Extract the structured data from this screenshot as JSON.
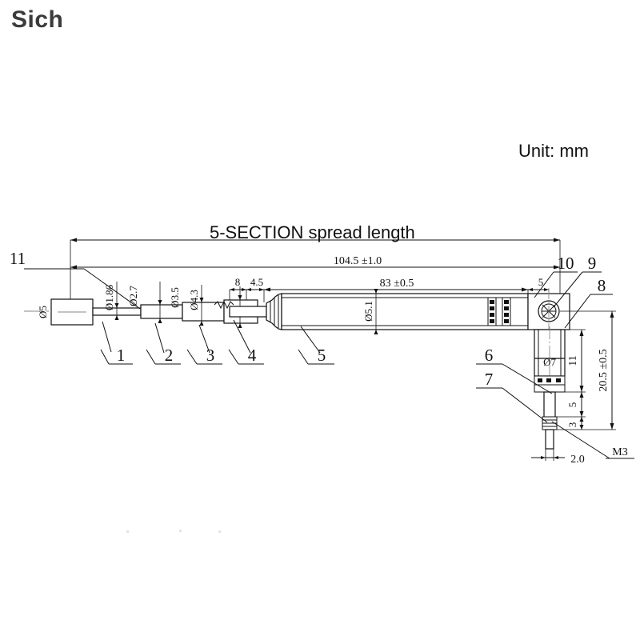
{
  "watermark": {
    "text": "Sich"
  },
  "header": {
    "unit_label": "Unit: mm"
  },
  "drawing": {
    "title": "5-SECTION spread length",
    "overall_dims": [
      {
        "name": "overall_length",
        "label": "104.5 ±1.0"
      },
      {
        "name": "barrel_length",
        "label": "83 ±0.5"
      },
      {
        "name": "step_a",
        "label": "8"
      },
      {
        "name": "step_b",
        "label": "4.5"
      },
      {
        "name": "tail_step",
        "label": "5"
      }
    ],
    "diameters": [
      {
        "name": "head_block_dia",
        "label": "Ø5"
      },
      {
        "name": "tip_dia",
        "label": "Ø1.86"
      },
      {
        "name": "sec2_dia",
        "label": "Ø2.7"
      },
      {
        "name": "sec3_dia",
        "label": "Ø3.5"
      },
      {
        "name": "sec4_dia",
        "label": "Ø4.3"
      },
      {
        "name": "barrel_dia",
        "label": "Ø5.1"
      },
      {
        "name": "base_dia",
        "label": "Ø7"
      }
    ],
    "vertical_dims": [
      {
        "name": "base_height",
        "label": "20.5 ±0.5"
      },
      {
        "name": "body_height",
        "label": "11"
      },
      {
        "name": "neck_height",
        "label": "5"
      },
      {
        "name": "thread_height",
        "label": "3"
      },
      {
        "name": "thread_width",
        "label": "2.0"
      }
    ],
    "thread_note": "M3",
    "callouts": [
      {
        "name": "callout-1",
        "label": "1"
      },
      {
        "name": "callout-2",
        "label": "2"
      },
      {
        "name": "callout-3",
        "label": "3"
      },
      {
        "name": "callout-4",
        "label": "4"
      },
      {
        "name": "callout-5",
        "label": "5"
      },
      {
        "name": "callout-6",
        "label": "6"
      },
      {
        "name": "callout-7",
        "label": "7"
      },
      {
        "name": "callout-8",
        "label": "8"
      },
      {
        "name": "callout-9",
        "label": "9"
      },
      {
        "name": "callout-10",
        "label": "10"
      },
      {
        "name": "callout-11",
        "label": "11"
      }
    ],
    "colors": {
      "line": "#111111",
      "centerline": "#8a8a8a",
      "watermark": "#3b3b3b"
    }
  }
}
